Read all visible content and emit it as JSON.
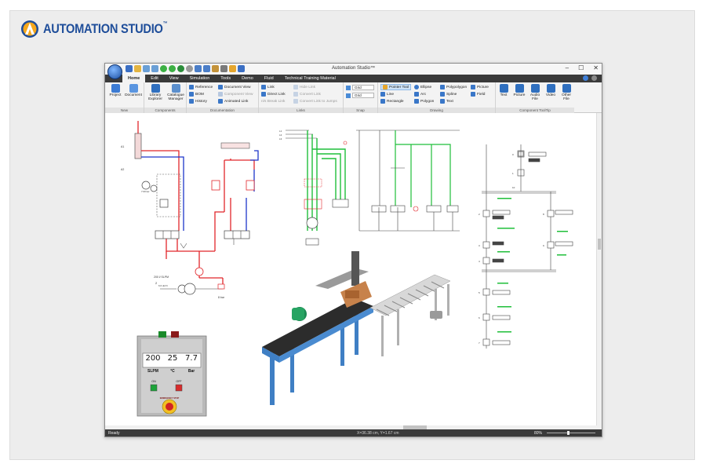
{
  "brand": {
    "name": "AUTOMATION STUDIO",
    "tm": "™"
  },
  "window": {
    "title": "Automation Studio™",
    "controls": {
      "minimize": "–",
      "maximize": "☐",
      "close": "✕"
    }
  },
  "tabs": [
    {
      "label": "Home",
      "active": true
    },
    {
      "label": "Edit"
    },
    {
      "label": "View"
    },
    {
      "label": "Simulation"
    },
    {
      "label": "Tools"
    },
    {
      "label": "Demo"
    },
    {
      "label": "Fluid"
    },
    {
      "label": "Technical Training Material"
    }
  ],
  "ribbon": {
    "new": {
      "label": "New",
      "project": "Project",
      "document": "Document"
    },
    "components": {
      "label": "Components",
      "library_explorer_1": "Library",
      "library_explorer_2": "Explorer",
      "catalogue_manager_1": "Catalogue",
      "catalogue_manager_2": "Manager"
    },
    "documentation": {
      "label": "Documentation",
      "reference": "Reference",
      "bom": "BOM",
      "history": "History",
      "document_view": "Document View",
      "component_view": "Component View",
      "animated_link": "Animated Link"
    },
    "links": {
      "label": "Links",
      "link": "Link",
      "direct_link": "Direct Link",
      "break_link": "n/s Break Link",
      "hide_link": "Hide Link",
      "convert_link": "Convert Link",
      "convert_link_jumps": "Convert Link to Jumps"
    },
    "snap": {
      "label": "Snap",
      "grid1": "Grid",
      "grid2": "Grid"
    },
    "drawing": {
      "label": "Drawing",
      "pointer_tool": "Pointer Tool",
      "line": "Line",
      "rectangle": "Rectangle",
      "ellipse": "Ellipse",
      "arc": "Arc",
      "polygon": "Polygon",
      "polypolygon": "Polypolygon",
      "spline": "Spline",
      "text": "Text",
      "picture": "Picture",
      "field": "Field"
    },
    "component_tooltip": {
      "label": "Component ToolTip",
      "text": "Text",
      "picture": "Picture",
      "audio_file_1": "Audio",
      "audio_file_2": "File",
      "video": "Video",
      "other_file_1": "Other",
      "other_file_2": "File"
    }
  },
  "hydraulic": {
    "flow_label": "200 l/ SLPM",
    "pressure_label": "8 bar",
    "pump_label": "6.6 dm³/r",
    "motor_label": "7.00 kw",
    "ref_a1": "A1",
    "ref_a2": "A2",
    "ref_2": "2"
  },
  "control_panel": {
    "display": {
      "flow": "200",
      "temp": "25",
      "pressure": "7.7"
    },
    "units": {
      "flow": "SLPM",
      "temp": "°C",
      "pressure": "Bar"
    },
    "on_label": "ON",
    "off_label": "OFF",
    "emergency_label": "EMERGENCY STOP"
  },
  "electrical": {
    "l1": "L1",
    "l2": "L2",
    "l3": "L3"
  },
  "grafcet": {
    "steps": [
      "0",
      "1",
      "2",
      "3",
      "4",
      "5",
      "6",
      "7",
      "8",
      "9",
      "10"
    ]
  },
  "status": {
    "ready": "Ready",
    "coords": "X=36.38 cm, Y=1.67 cm",
    "zoom": "80%"
  },
  "colors": {
    "hydraulic_red": "#e1262b",
    "hydraulic_blue": "#1d35c9",
    "electric_green": "#1fbf3a",
    "ribbon_bg": "#f3f3f3",
    "tab_bar": "#3a3a3a",
    "brand_blue": "#1f4e9a",
    "conveyor_blue": "#3f7fc4"
  }
}
